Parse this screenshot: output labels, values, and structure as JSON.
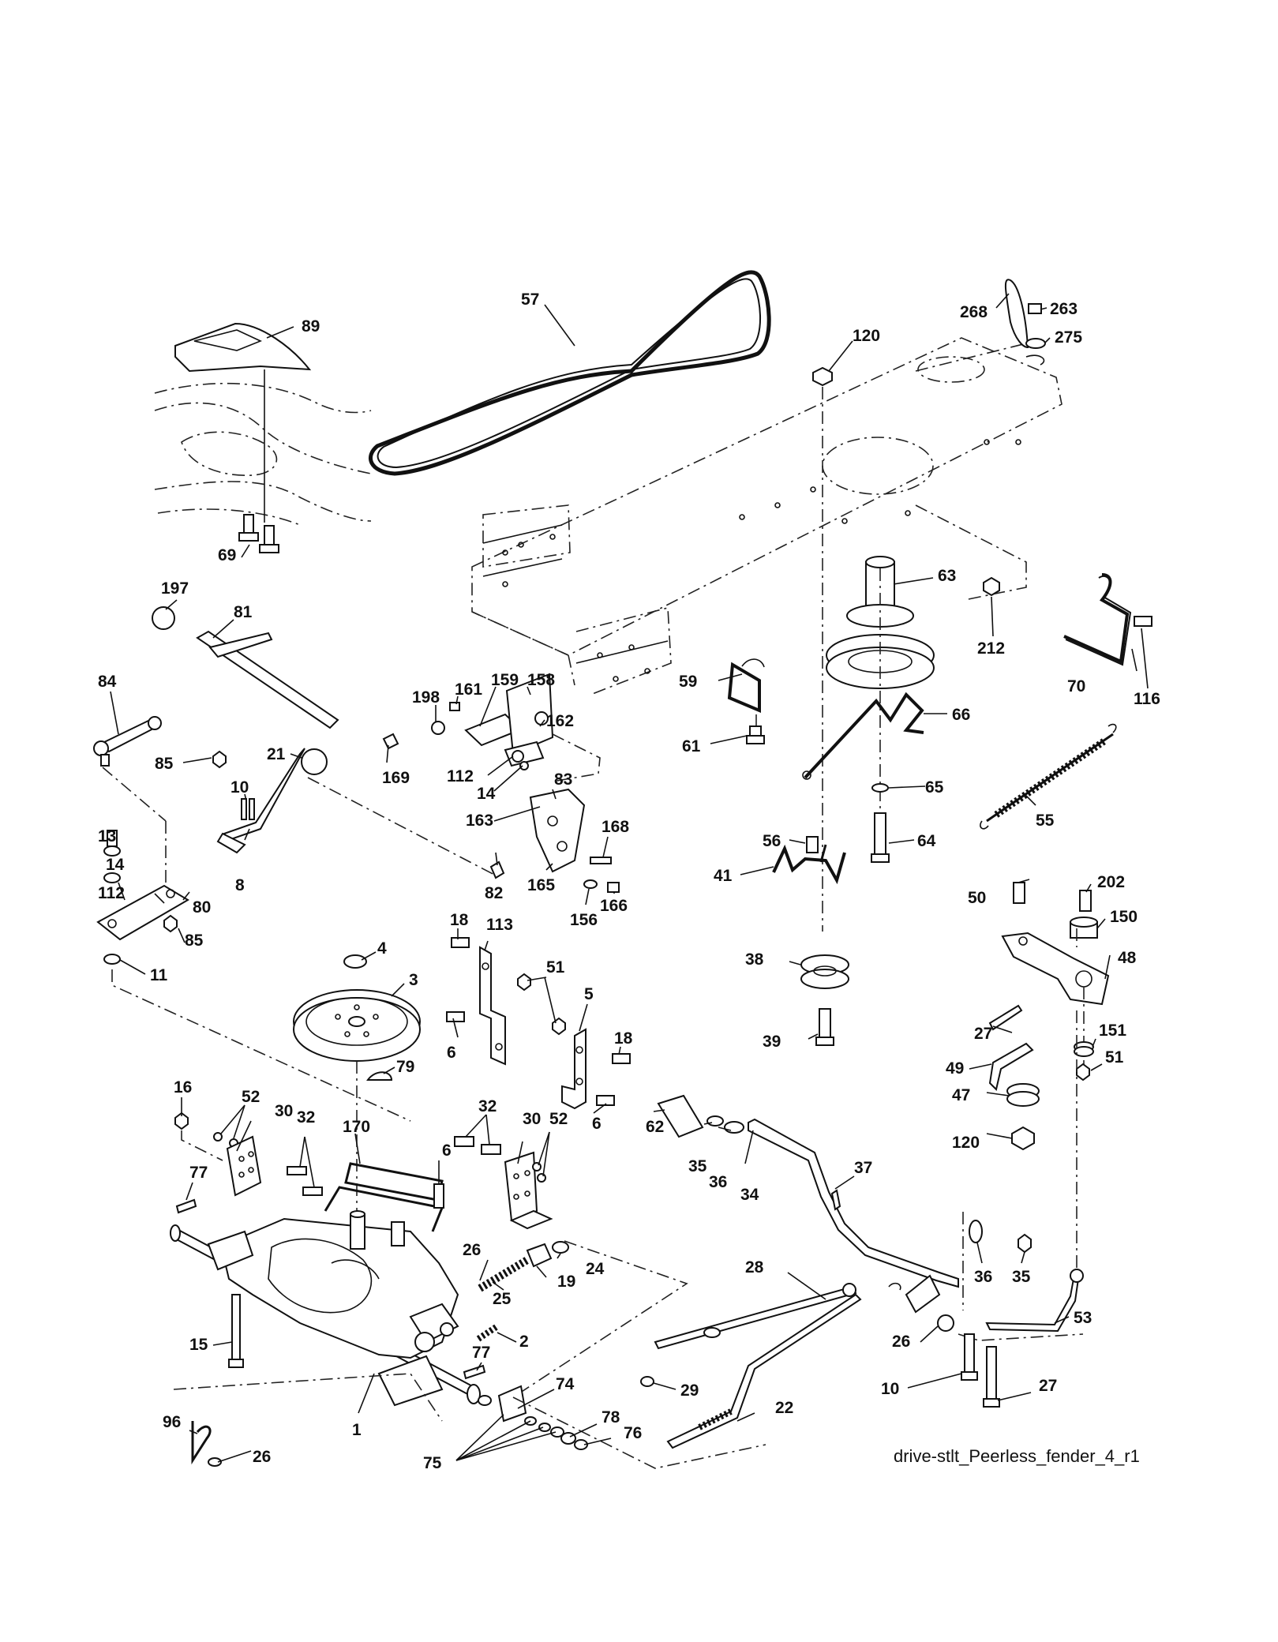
{
  "caption": "drive-stlt_Peerless_fender_4_r1",
  "callouts": [
    {
      "label": "57"
    },
    {
      "label": "89"
    },
    {
      "label": "120"
    },
    {
      "label": "268"
    },
    {
      "label": "263"
    },
    {
      "label": "275"
    },
    {
      "label": "69"
    },
    {
      "label": "197"
    },
    {
      "label": "81"
    },
    {
      "label": "63"
    },
    {
      "label": "212"
    },
    {
      "label": "70"
    },
    {
      "label": "116"
    },
    {
      "label": "84"
    },
    {
      "label": "198"
    },
    {
      "label": "161"
    },
    {
      "label": "159"
    },
    {
      "label": "158"
    },
    {
      "label": "162"
    },
    {
      "label": "59"
    },
    {
      "label": "66"
    },
    {
      "label": "61"
    },
    {
      "label": "85"
    },
    {
      "label": "21"
    },
    {
      "label": "169"
    },
    {
      "label": "112"
    },
    {
      "label": "14"
    },
    {
      "label": "83"
    },
    {
      "label": "10"
    },
    {
      "label": "163"
    },
    {
      "label": "65"
    },
    {
      "label": "56"
    },
    {
      "label": "55"
    },
    {
      "label": "64"
    },
    {
      "label": "13"
    },
    {
      "label": "168"
    },
    {
      "label": "14"
    },
    {
      "label": "112"
    },
    {
      "label": "8"
    },
    {
      "label": "82"
    },
    {
      "label": "41"
    },
    {
      "label": "165"
    },
    {
      "label": "166"
    },
    {
      "label": "156"
    },
    {
      "label": "80"
    },
    {
      "label": "85"
    },
    {
      "label": "18"
    },
    {
      "label": "113"
    },
    {
      "label": "50"
    },
    {
      "label": "202"
    },
    {
      "label": "150"
    },
    {
      "label": "4"
    },
    {
      "label": "38"
    },
    {
      "label": "48"
    },
    {
      "label": "11"
    },
    {
      "label": "3"
    },
    {
      "label": "51"
    },
    {
      "label": "5"
    },
    {
      "label": "6"
    },
    {
      "label": "18"
    },
    {
      "label": "27"
    },
    {
      "label": "151"
    },
    {
      "label": "39"
    },
    {
      "label": "51"
    },
    {
      "label": "79"
    },
    {
      "label": "49"
    },
    {
      "label": "16"
    },
    {
      "label": "52"
    },
    {
      "label": "30"
    },
    {
      "label": "32"
    },
    {
      "label": "32"
    },
    {
      "label": "30"
    },
    {
      "label": "52"
    },
    {
      "label": "6"
    },
    {
      "label": "47"
    },
    {
      "label": "62"
    },
    {
      "label": "170"
    },
    {
      "label": "35"
    },
    {
      "label": "36"
    },
    {
      "label": "120"
    },
    {
      "label": "6"
    },
    {
      "label": "34"
    },
    {
      "label": "37"
    },
    {
      "label": "77"
    },
    {
      "label": "26"
    },
    {
      "label": "24"
    },
    {
      "label": "19"
    },
    {
      "label": "25"
    },
    {
      "label": "28"
    },
    {
      "label": "36"
    },
    {
      "label": "35"
    },
    {
      "label": "2"
    },
    {
      "label": "53"
    },
    {
      "label": "26"
    },
    {
      "label": "15"
    },
    {
      "label": "77"
    },
    {
      "label": "74"
    },
    {
      "label": "29"
    },
    {
      "label": "22"
    },
    {
      "label": "96"
    },
    {
      "label": "1"
    },
    {
      "label": "10"
    },
    {
      "label": "27"
    },
    {
      "label": "78"
    },
    {
      "label": "76"
    },
    {
      "label": "26"
    },
    {
      "label": "75"
    }
  ]
}
